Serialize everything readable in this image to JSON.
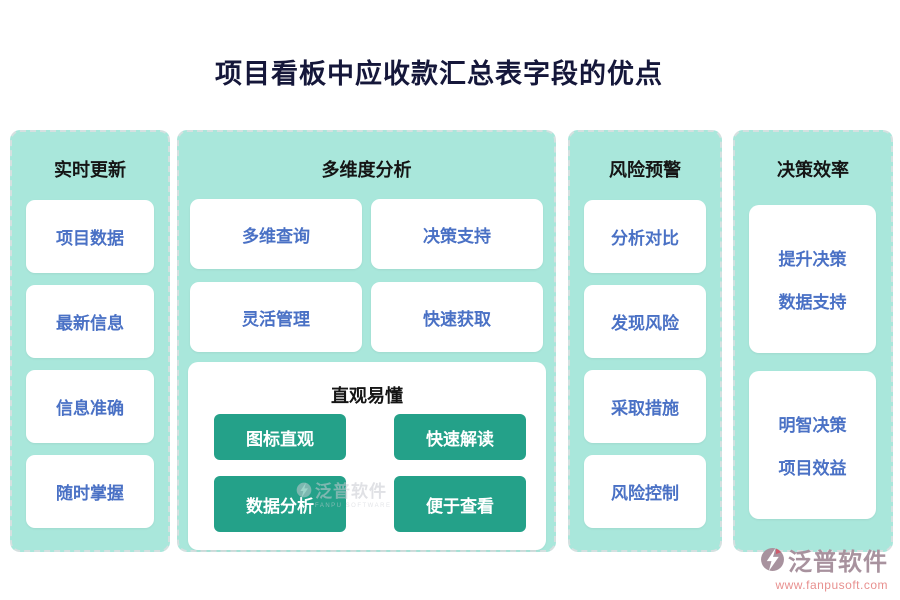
{
  "title": "项目看板中应收款汇总表字段的优点",
  "colors": {
    "column_bg": "#a9e7db",
    "column_border": "#d5e0e0",
    "card_text_blue": "#4a71c5",
    "button_green": "#24a189",
    "title_navy": "#15173a",
    "logo_mauve": "#a8929e",
    "logo_url_pink": "#e8908f"
  },
  "columns": [
    {
      "header": "实时更新",
      "cards": [
        "项目数据",
        "最新信息",
        "信息准确",
        "随时掌握"
      ]
    },
    {
      "header": "多维度分析",
      "cards": [
        "多维查询",
        "决策支持",
        "灵活管理",
        "快速获取"
      ],
      "subpanel": {
        "header": "直观易懂",
        "buttons": [
          "图标直观",
          "快速解读",
          "数据分析",
          "便于查看"
        ]
      }
    },
    {
      "header": "风险预警",
      "cards": [
        "分析对比",
        "发现风险",
        "采取措施",
        "风险控制"
      ]
    },
    {
      "header": "决策效率",
      "cards": [
        {
          "lines": [
            "提升决策",
            "数据支持"
          ]
        },
        {
          "lines": [
            "明智决策",
            "项目效益"
          ]
        }
      ]
    }
  ],
  "watermark": {
    "brand": "泛普软件",
    "sub": "FANPU SOFTWARE"
  },
  "logo": {
    "brand": "泛普软件",
    "url": "www.fanpusoft.com"
  }
}
